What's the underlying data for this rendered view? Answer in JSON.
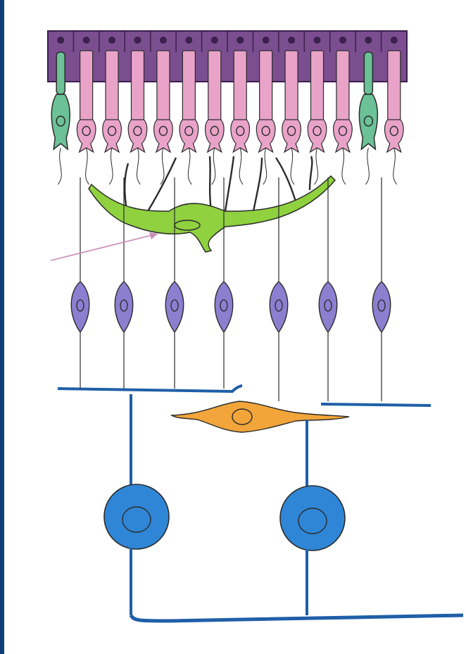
{
  "colors": {
    "background": "#ffffff",
    "frame_border": "#0f3f78",
    "pigment_epithelium": "#7a4e8f",
    "pigment_epithelium_dark": "#3b1f4d",
    "rod": "#e9a3c9",
    "cone": "#6cc197",
    "horizontal_cell": "#8fd13f",
    "bipolar_cell": "#8c7fd0",
    "amacrine_cell": "#f2a53a",
    "ganglion_cell": "#2f86d6",
    "axon_line": "#1f5fa8",
    "outline": "#2b2b2b",
    "pointer_arrow": "#c98bb8"
  },
  "layers": [
    {
      "id": "pigment-epithelium",
      "count": 14
    },
    {
      "id": "photoreceptors",
      "rods": 12,
      "cones": 2
    },
    {
      "id": "horizontal-cell",
      "count": 1
    },
    {
      "id": "bipolar-cells",
      "count": 7
    },
    {
      "id": "amacrine-cell",
      "count": 1
    },
    {
      "id": "ganglion-cells",
      "count": 2
    }
  ],
  "annotation": {
    "pointer": "arrow-to-horizontal-cell"
  }
}
